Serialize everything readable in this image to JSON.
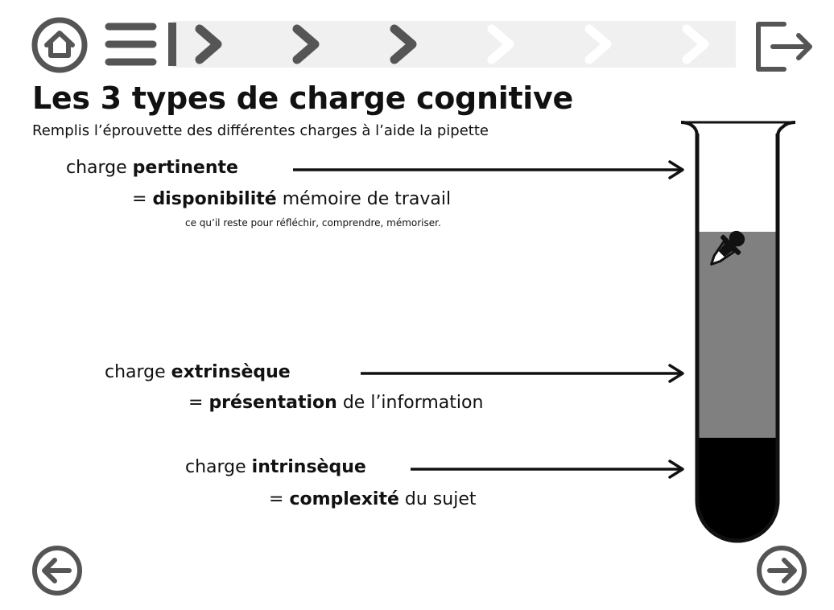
{
  "header": {
    "home_icon": "home-icon",
    "menu_icon": "menu-icon",
    "exit_icon": "exit-icon",
    "progress": {
      "total_steps": 6,
      "completed_steps": 3,
      "active_color": "#555555",
      "inactive_color": "#ffffff",
      "strip_color": "#f0f0f0"
    }
  },
  "page": {
    "title": "Les 3 types de charge cognitive",
    "subtitle": "Remplis l’éprouvette des différentes charges à l’aide la pipette"
  },
  "charges": {
    "pertinente": {
      "prefix": "charge ",
      "name": "pertinente",
      "eq": "= ",
      "def_bold": "disponibilité",
      "def_rest": " mémoire de travail",
      "note": "ce qu’il reste pour réfléchir, comprendre, mémoriser."
    },
    "extrinseque": {
      "prefix": "charge ",
      "name": "extrinsèque",
      "eq": "= ",
      "def_bold": "présentation",
      "def_rest": " de l’information"
    },
    "intrinseque": {
      "prefix": "charge ",
      "name": "intrinsèque",
      "eq": "= ",
      "def_bold": "complexité",
      "def_rest": " du sujet"
    }
  },
  "tube": {
    "fill_levels": {
      "intrinseque": 0.25,
      "extrinseque": 0.5
    },
    "colors": {
      "intrinseque": "#000000",
      "extrinseque": "#808080",
      "empty": "#ffffff",
      "outline": "#111111"
    },
    "pipette_icon": "pipette-icon"
  },
  "footer": {
    "prev_icon": "arrow-left-circle-icon",
    "next_icon": "arrow-right-circle-icon",
    "button_color": "#555555"
  }
}
